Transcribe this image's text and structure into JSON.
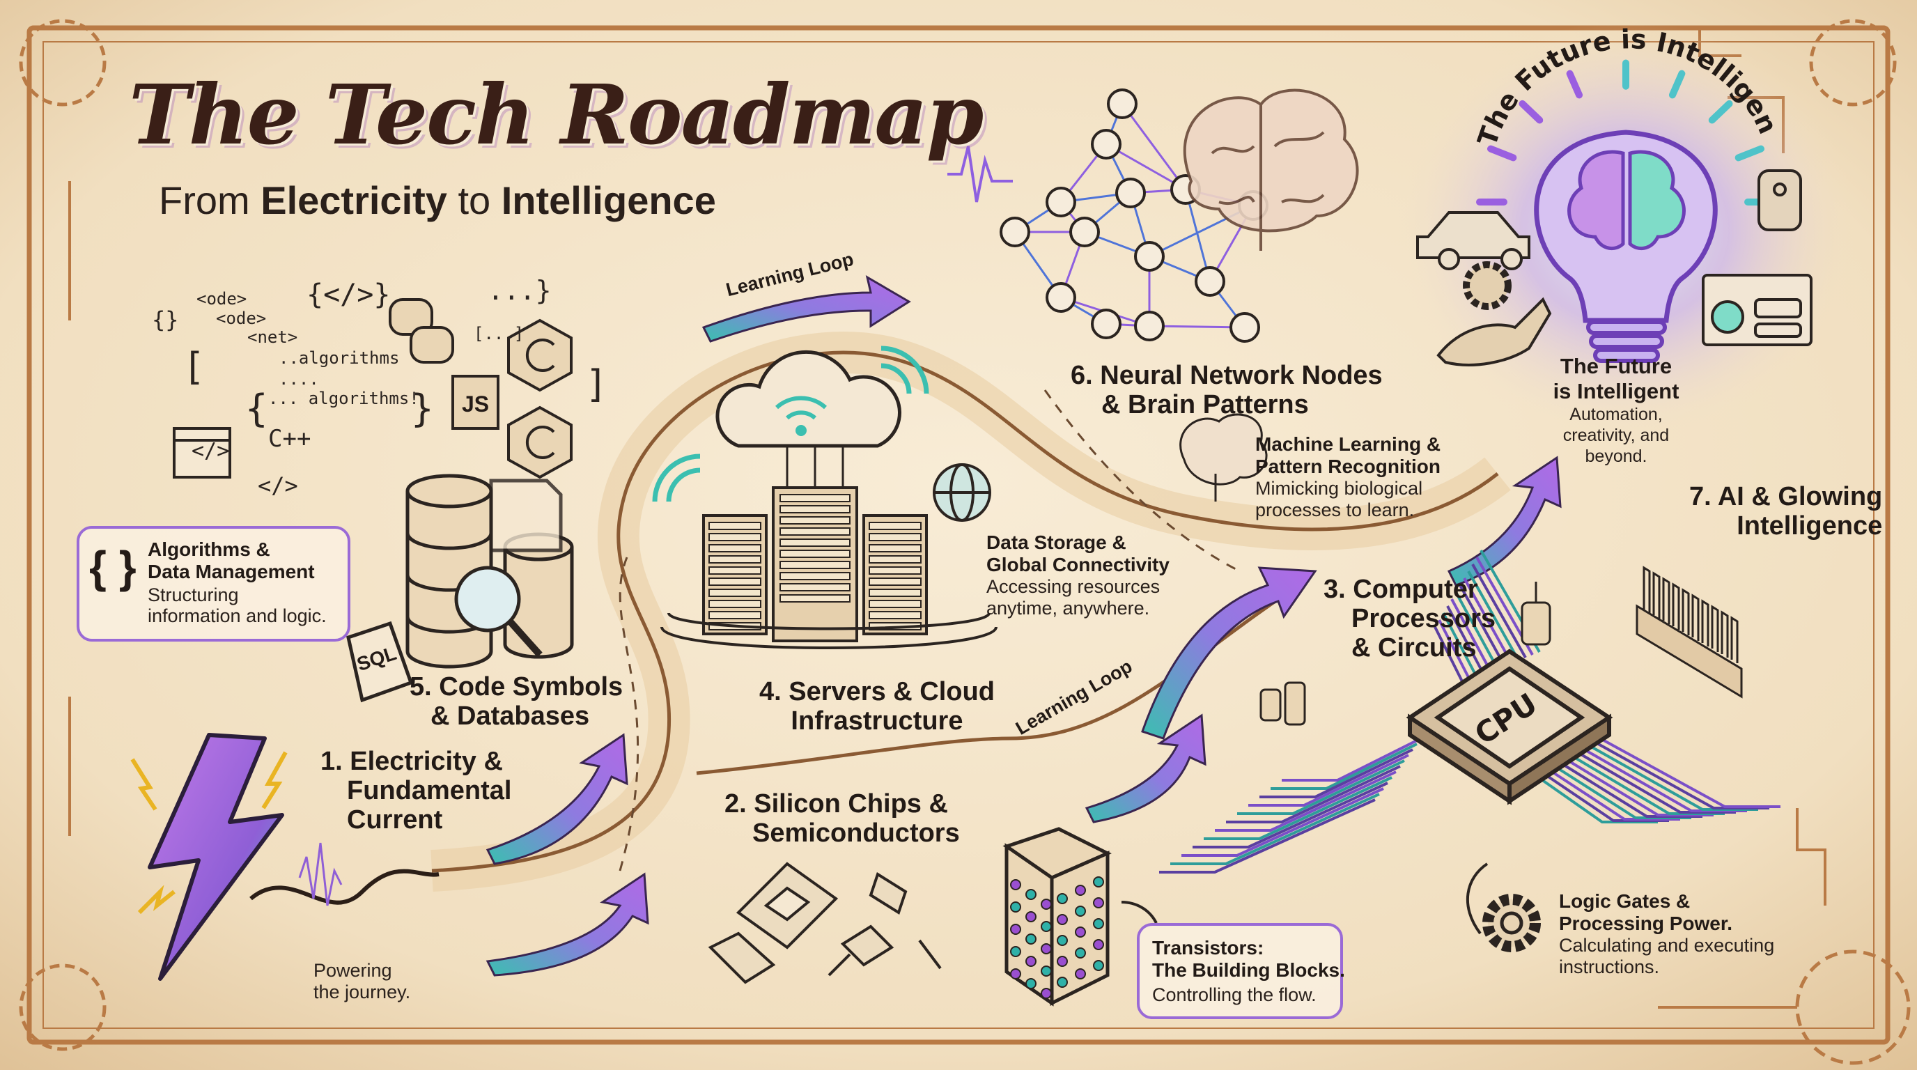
{
  "header": {
    "title": "The Tech Roadmap",
    "subtitle_prefix": "From ",
    "subtitle_strong1": "Electricity",
    "subtitle_mid": " to ",
    "subtitle_strong2": "Intelligence"
  },
  "code_fragments": [
    "<ode>",
    "<ode>",
    "<net>",
    "..algorithms",
    "....",
    "... algorithms!",
    "C++",
    "{}",
    "{</>}",
    "...}",
    "[...]",
    "</>",
    "</>",
    "[",
    "]",
    "{",
    "}"
  ],
  "code_badges": {
    "js": "JS",
    "sql": "SQL"
  },
  "stages": [
    {
      "label_line1": "1. Electricity &",
      "label_line2": "Fundamental",
      "label_line3": "Current",
      "note": [
        "Powering",
        "the journey."
      ]
    },
    {
      "label_line1": "2. Silicon Chips &",
      "label_line2": "Semiconductors"
    },
    {
      "label_line1": "3. Computer",
      "label_line2": "Processors",
      "label_line3": "& Circuits"
    },
    {
      "label_line1": "4. Servers & Cloud",
      "label_line2": "Infrastructure"
    },
    {
      "label_line1": "5. Code Symbols",
      "label_line2": "& Databases"
    },
    {
      "label_line1": "6. Neural Network Nodes",
      "label_line2": "& Brain Patterns"
    },
    {
      "label_line1": "7. AI & Glowing",
      "label_line2": "Intelligence"
    }
  ],
  "callouts": {
    "algorithms": {
      "title1": "Algorithms &",
      "title2": "Data Management",
      "body1": "Structuring",
      "body2": "information and logic."
    },
    "transistors": {
      "title1": "Transistors:",
      "title2": "The Building Blocks.",
      "body1": "Controlling the flow."
    },
    "data_storage": {
      "title1": "Data Storage &",
      "title2": "Global Connectivity",
      "body1": "Accessing resources",
      "body2": "anytime, anywhere."
    },
    "logic_gates": {
      "title1": "Logic Gates &",
      "title2": "Processing Power.",
      "body1": "Calculating and executing",
      "body2": "instructions."
    },
    "machine_learning": {
      "title1": "Machine Learning &",
      "title2": "Pattern Recognition",
      "body1": "Mimicking biological",
      "body2": "processes to learn."
    },
    "future": {
      "title1": "The Future",
      "title2": "is Intelligent",
      "body1": "Automation,",
      "body2": "creativity, and",
      "body3": "beyond."
    }
  },
  "arc_text": "The Future is Intelligent",
  "learning_loop_labels": [
    "Learning Loop",
    "Learning Loop"
  ],
  "cpu_label": "CPU",
  "colors": {
    "parchment": "#f3e3c6",
    "border": "#b97a45",
    "road": "#8a5a33",
    "purple": "#9a5fe0",
    "teal": "#3bbfb0",
    "ink": "#241b17",
    "lightning_yellow": "#f2c232"
  },
  "icons": [
    "lightning-icon",
    "python-icon",
    "c-icon",
    "cpp-icon",
    "js-file-icon",
    "code-window-icon",
    "database-icon",
    "magnifier-icon",
    "sql-file-icon",
    "cloud-icon",
    "wifi-icon",
    "server-rack-icon",
    "globe-icon",
    "brain-icon",
    "neural-network",
    "cpu-chip-icon",
    "gear-icon",
    "transistor-cube-icon",
    "lightbulb-brain-icon",
    "car-icon",
    "smart-speaker-icon",
    "chat-window-icon",
    "robot-hand-icon"
  ]
}
